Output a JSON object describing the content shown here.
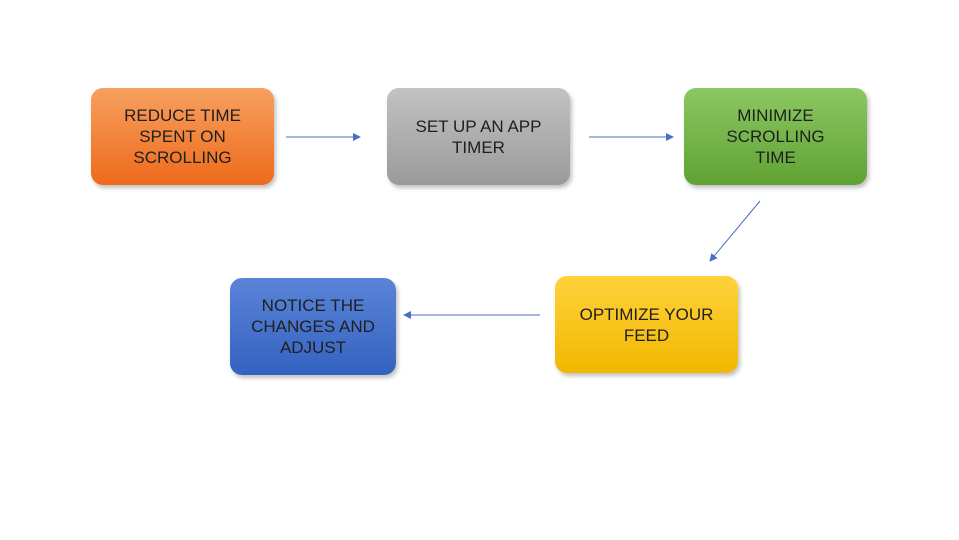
{
  "diagram": {
    "nodes": [
      {
        "id": "reduce",
        "label": "REDUCE TIME\nSPENT ON\nSCROLLING",
        "fill_top": "#f7a060",
        "fill_bottom": "#ee6a1a"
      },
      {
        "id": "timer",
        "label": "SET UP AN APP\nTIMER",
        "fill_top": "#c2c2c2",
        "fill_bottom": "#9a9a9a"
      },
      {
        "id": "minimize",
        "label": "MINIMIZE\nSCROLLING\nTIME",
        "fill_top": "#8cc862",
        "fill_bottom": "#5fa233"
      },
      {
        "id": "optimize",
        "label": "OPTIMIZE YOUR\nFEED",
        "fill_top": "#ffd23c",
        "fill_bottom": "#f2b800"
      },
      {
        "id": "notice",
        "label": "NOTICE THE\nCHANGES AND\nADJUST",
        "fill_top": "#5a84d8",
        "fill_bottom": "#3462c0"
      }
    ],
    "edges": [
      {
        "from": "reduce",
        "to": "timer"
      },
      {
        "from": "timer",
        "to": "minimize"
      },
      {
        "from": "minimize",
        "to": "optimize"
      },
      {
        "from": "optimize",
        "to": "notice"
      }
    ],
    "arrow_color": "#4a6fc0"
  }
}
